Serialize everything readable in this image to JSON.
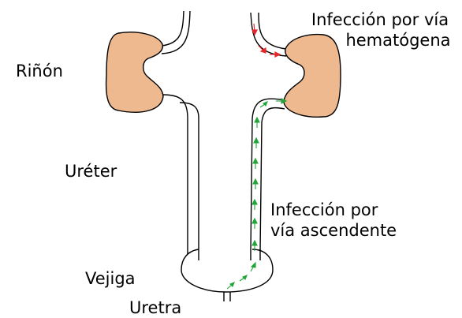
{
  "labels": {
    "kidney": "Riñón",
    "ureter": "Uréter",
    "bladder": "Vejiga",
    "urethra": "Uretra",
    "hematogenous_line1": "Infección por vía",
    "hematogenous_line2": "hematógena",
    "ascending_line1": "Infección por",
    "ascending_line2": "vía ascendente"
  },
  "colors": {
    "kidney_fill": "#eeb98f",
    "outline": "#000000",
    "hematogenous_arrows": "#e8262a",
    "ascending_arrows": "#22a43a"
  }
}
